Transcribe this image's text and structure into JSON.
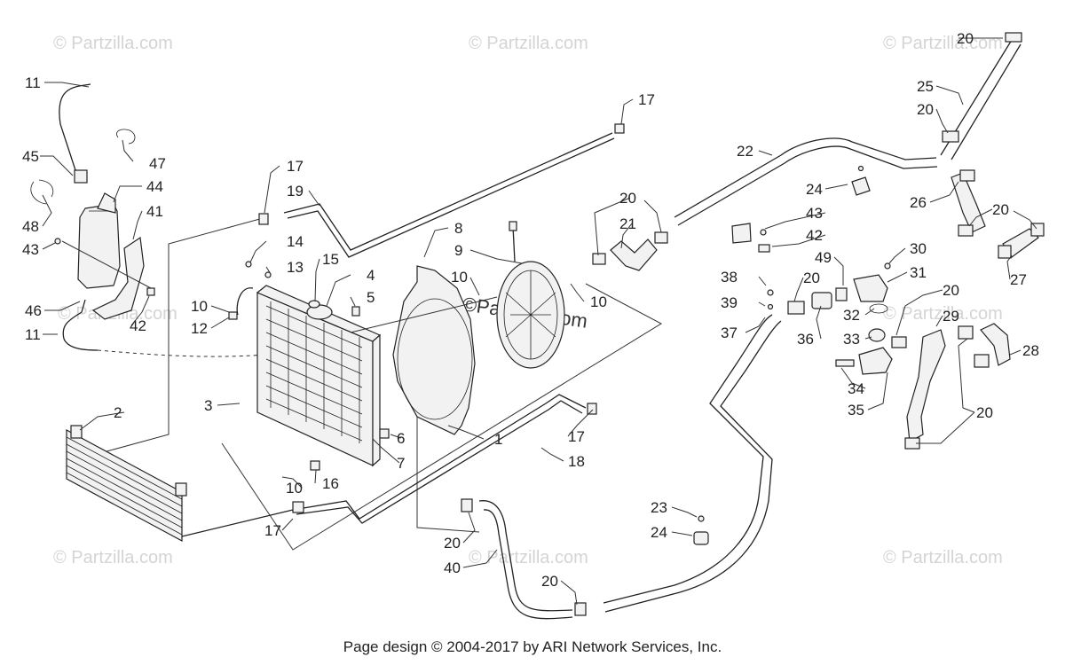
{
  "footer": {
    "text": "Page design © 2004-2017 by ARI Network Services, Inc."
  },
  "watermark": {
    "text": "© Partzilla.com",
    "center_text": "©Partzilla.com",
    "color": "#d4d4d4"
  },
  "callouts": [
    {
      "id": "c11a",
      "text": "11"
    },
    {
      "id": "c45",
      "text": "45"
    },
    {
      "id": "c47",
      "text": "47"
    },
    {
      "id": "c44",
      "text": "44"
    },
    {
      "id": "c48",
      "text": "48"
    },
    {
      "id": "c41",
      "text": "41"
    },
    {
      "id": "c43a",
      "text": "43"
    },
    {
      "id": "c46",
      "text": "46"
    },
    {
      "id": "c42a",
      "text": "42"
    },
    {
      "id": "c11b",
      "text": "11"
    },
    {
      "id": "c17a",
      "text": "17"
    },
    {
      "id": "c19",
      "text": "19"
    },
    {
      "id": "c14",
      "text": "14"
    },
    {
      "id": "c13",
      "text": "13"
    },
    {
      "id": "c15",
      "text": "15"
    },
    {
      "id": "c4",
      "text": "4"
    },
    {
      "id": "c5",
      "text": "5"
    },
    {
      "id": "c10a",
      "text": "10"
    },
    {
      "id": "c12",
      "text": "12"
    },
    {
      "id": "c3",
      "text": "3"
    },
    {
      "id": "c2",
      "text": "2"
    },
    {
      "id": "c8",
      "text": "8"
    },
    {
      "id": "c9",
      "text": "9"
    },
    {
      "id": "c10b",
      "text": "10"
    },
    {
      "id": "c10c",
      "text": "10"
    },
    {
      "id": "c17b",
      "text": "17"
    },
    {
      "id": "c6",
      "text": "6"
    },
    {
      "id": "c7",
      "text": "7"
    },
    {
      "id": "c10d",
      "text": "10"
    },
    {
      "id": "c16",
      "text": "16"
    },
    {
      "id": "c17c",
      "text": "17"
    },
    {
      "id": "c1",
      "text": "1"
    },
    {
      "id": "c17d",
      "text": "17"
    },
    {
      "id": "c18",
      "text": "18"
    },
    {
      "id": "c20a",
      "text": "20"
    },
    {
      "id": "c40",
      "text": "40"
    },
    {
      "id": "c20b",
      "text": "20"
    },
    {
      "id": "c23",
      "text": "23"
    },
    {
      "id": "c24a",
      "text": "24"
    },
    {
      "id": "c20c",
      "text": "20"
    },
    {
      "id": "c21",
      "text": "21"
    },
    {
      "id": "c22",
      "text": "22"
    },
    {
      "id": "c24b",
      "text": "24"
    },
    {
      "id": "c43b",
      "text": "43"
    },
    {
      "id": "c42b",
      "text": "42"
    },
    {
      "id": "c20d",
      "text": "20"
    },
    {
      "id": "c25",
      "text": "25"
    },
    {
      "id": "c20e",
      "text": "20"
    },
    {
      "id": "c26",
      "text": "26"
    },
    {
      "id": "c20f",
      "text": "20"
    },
    {
      "id": "c27",
      "text": "27"
    },
    {
      "id": "c30",
      "text": "30"
    },
    {
      "id": "c49",
      "text": "49"
    },
    {
      "id": "c31",
      "text": "31"
    },
    {
      "id": "c38",
      "text": "38"
    },
    {
      "id": "c20g",
      "text": "20"
    },
    {
      "id": "c39",
      "text": "39"
    },
    {
      "id": "c20h",
      "text": "20"
    },
    {
      "id": "c37",
      "text": "37"
    },
    {
      "id": "c32",
      "text": "32"
    },
    {
      "id": "c29",
      "text": "29"
    },
    {
      "id": "c36",
      "text": "36"
    },
    {
      "id": "c33",
      "text": "33"
    },
    {
      "id": "c28",
      "text": "28"
    },
    {
      "id": "c34",
      "text": "34"
    },
    {
      "id": "c35",
      "text": "35"
    },
    {
      "id": "c20i",
      "text": "20"
    }
  ]
}
